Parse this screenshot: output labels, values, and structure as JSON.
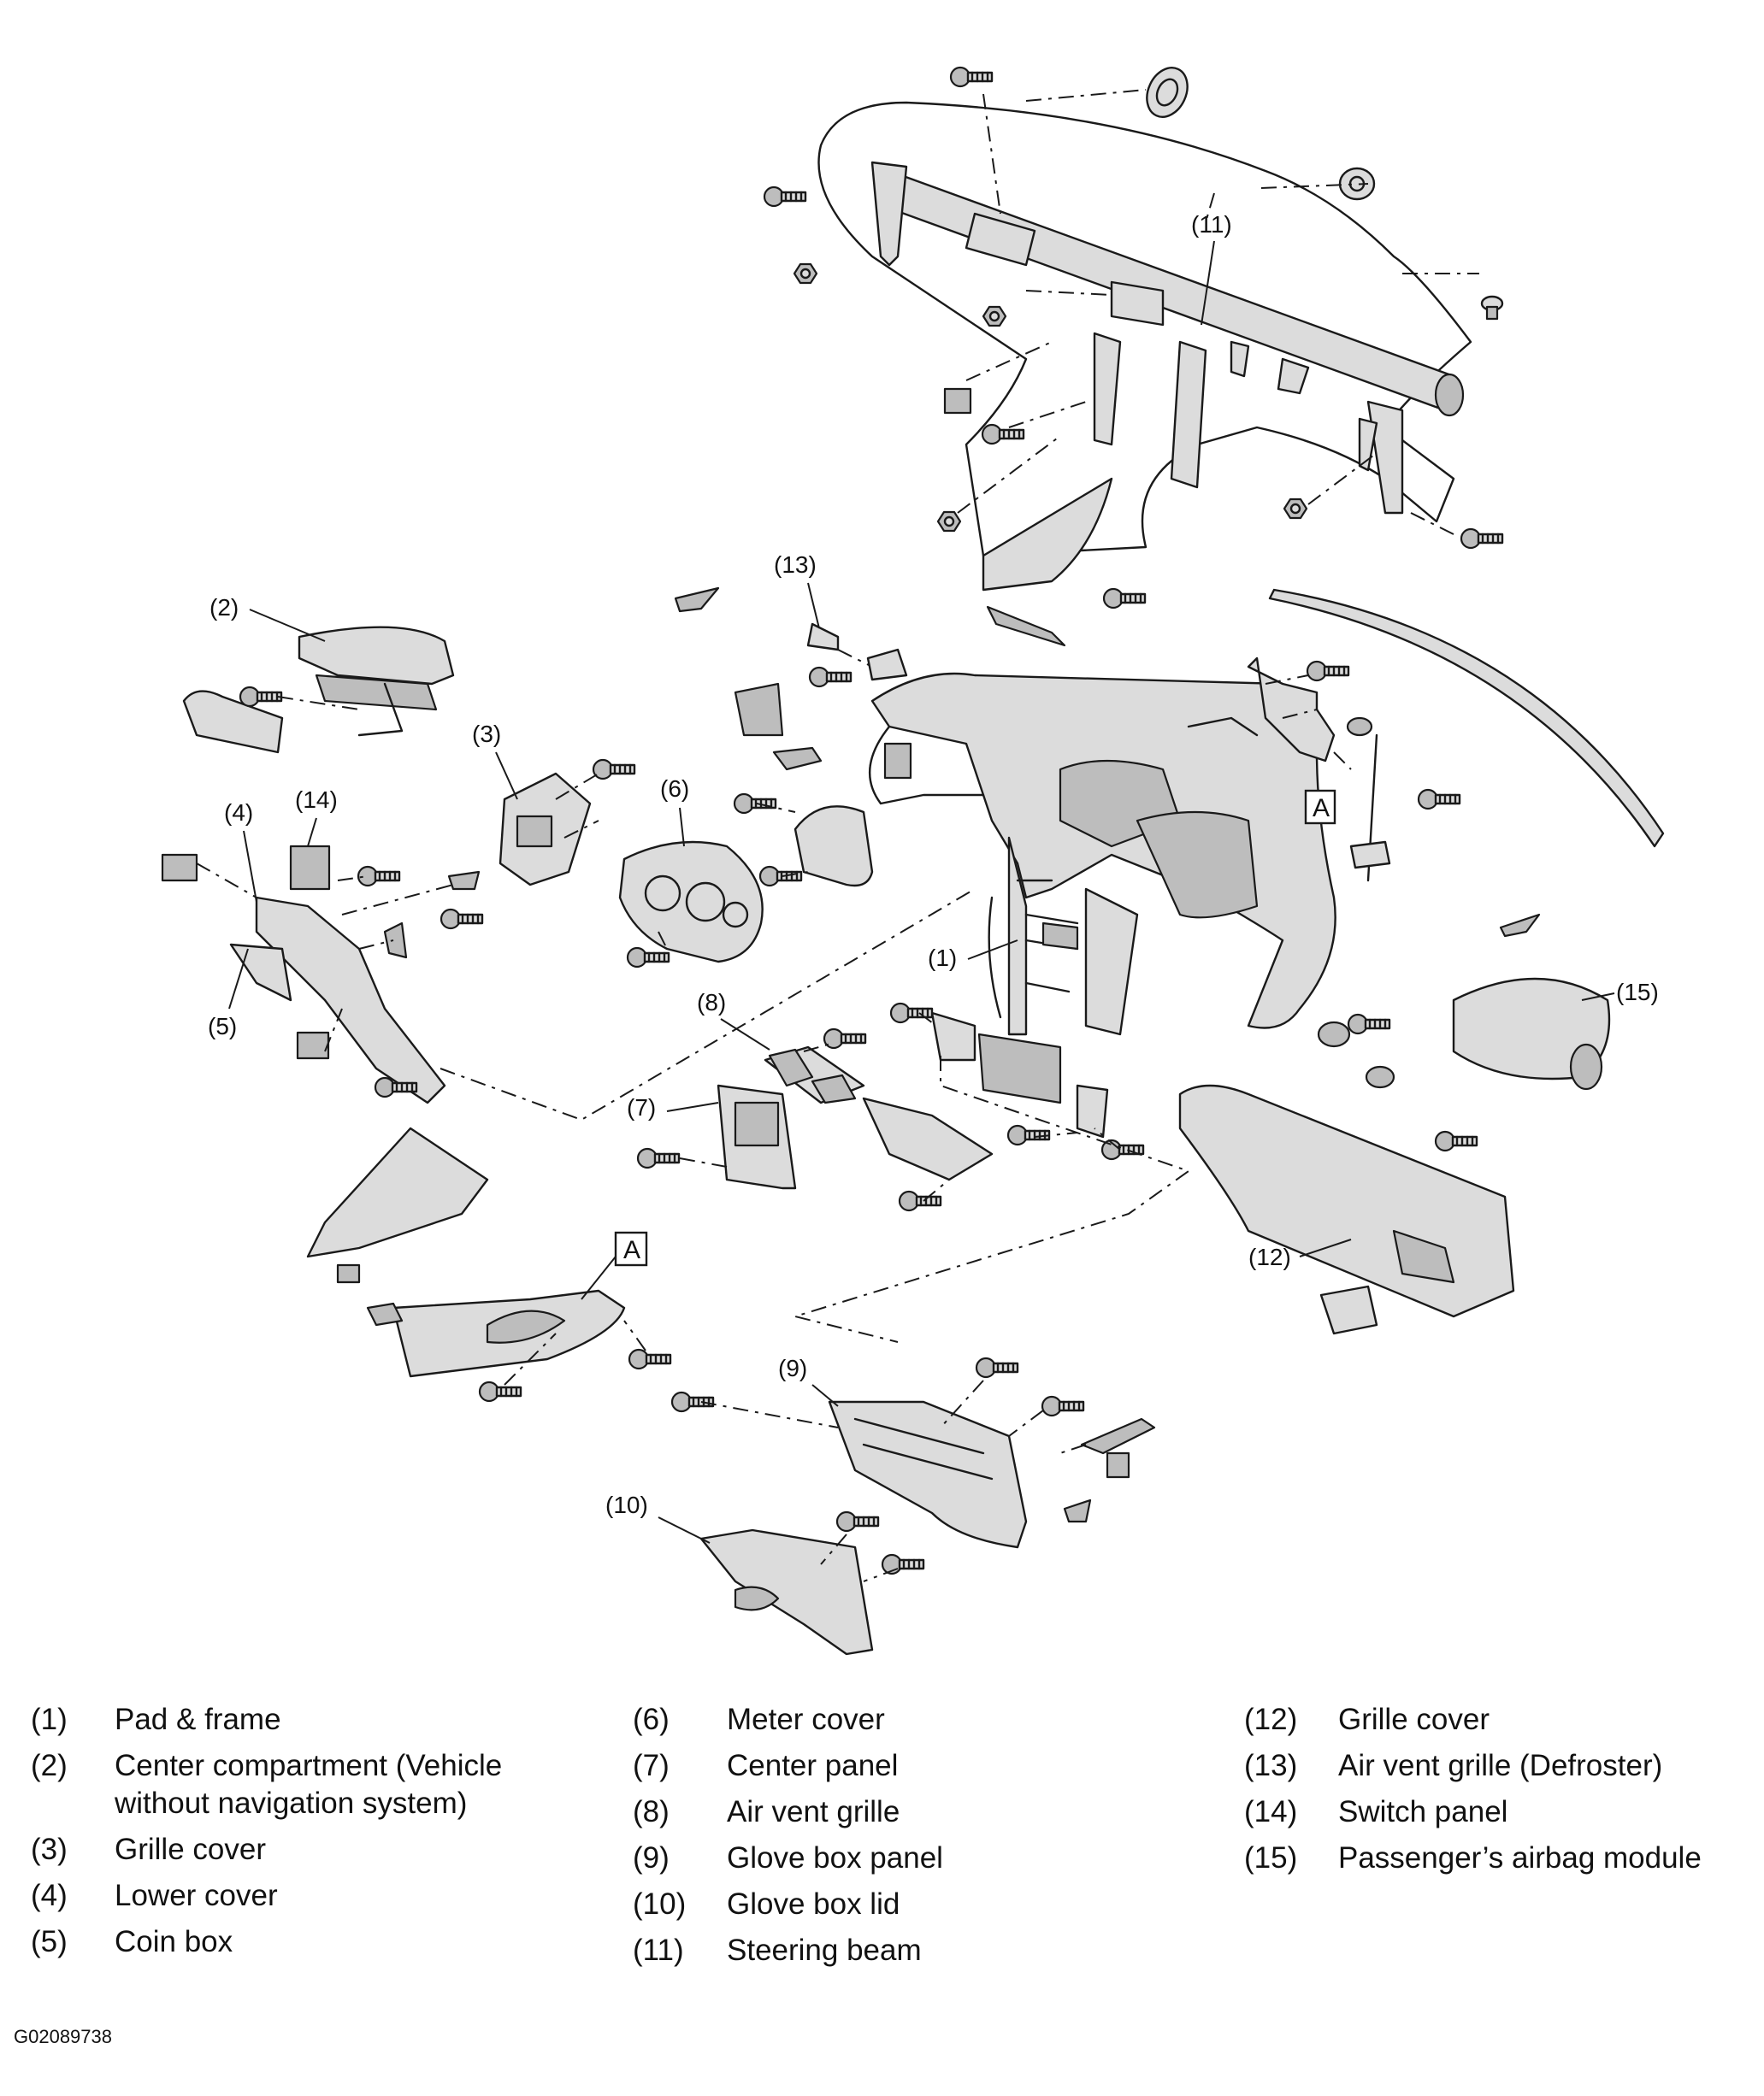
{
  "diagram": {
    "callouts": {
      "c1": "(1)",
      "c2": "(2)",
      "c3": "(3)",
      "c4": "(4)",
      "c5": "(5)",
      "c6": "(6)",
      "c7": "(7)",
      "c8": "(8)",
      "c9": "(9)",
      "c10": "(10)",
      "c11": "(11)",
      "c12": "(12)",
      "c13": "(13)",
      "c14": "(14)",
      "c15": "(15)"
    },
    "box_labels": {
      "a1": "A",
      "a2": "A"
    }
  },
  "legend": {
    "col1": [
      {
        "num": "(1)",
        "text": "Pad & frame"
      },
      {
        "num": "(2)",
        "text": "Center compartment (Vehicle without navigation system)"
      },
      {
        "num": "(3)",
        "text": "Grille cover"
      },
      {
        "num": "(4)",
        "text": "Lower cover"
      },
      {
        "num": "(5)",
        "text": "Coin box"
      }
    ],
    "col2": [
      {
        "num": "(6)",
        "text": "Meter cover"
      },
      {
        "num": "(7)",
        "text": "Center panel"
      },
      {
        "num": "(8)",
        "text": "Air vent grille"
      },
      {
        "num": "(9)",
        "text": "Glove box panel"
      },
      {
        "num": "(10)",
        "text": "Glove box lid"
      },
      {
        "num": "(11)",
        "text": "Steering beam"
      }
    ],
    "col3": [
      {
        "num": "(12)",
        "text": "Grille cover"
      },
      {
        "num": "(13)",
        "text": "Air vent grille (Defroster)"
      },
      {
        "num": "(14)",
        "text": "Switch panel"
      },
      {
        "num": "(15)",
        "text": "Passenger’s airbag module"
      }
    ]
  },
  "figure_code": "G02089738"
}
